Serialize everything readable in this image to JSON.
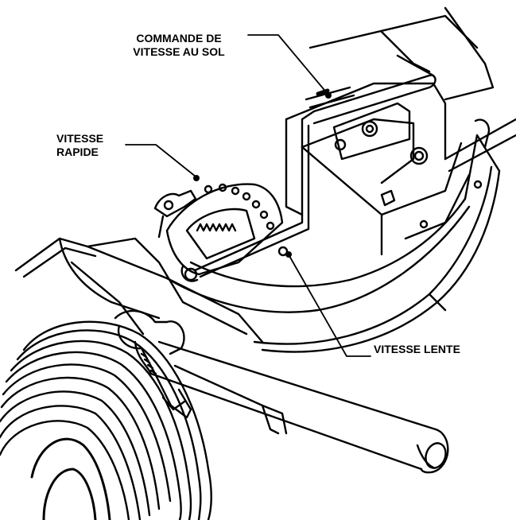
{
  "labels": {
    "ground_speed": {
      "line1": "COMMANDE DE",
      "line2": "VITESSE AU SOL"
    },
    "fast_speed": {
      "line1": "VITESSE",
      "line2": "RAPIDE"
    },
    "slow_speed": {
      "text": "VITESSE LENTE"
    }
  },
  "colors": {
    "ink": "#000000",
    "paper": "#ffffff"
  }
}
